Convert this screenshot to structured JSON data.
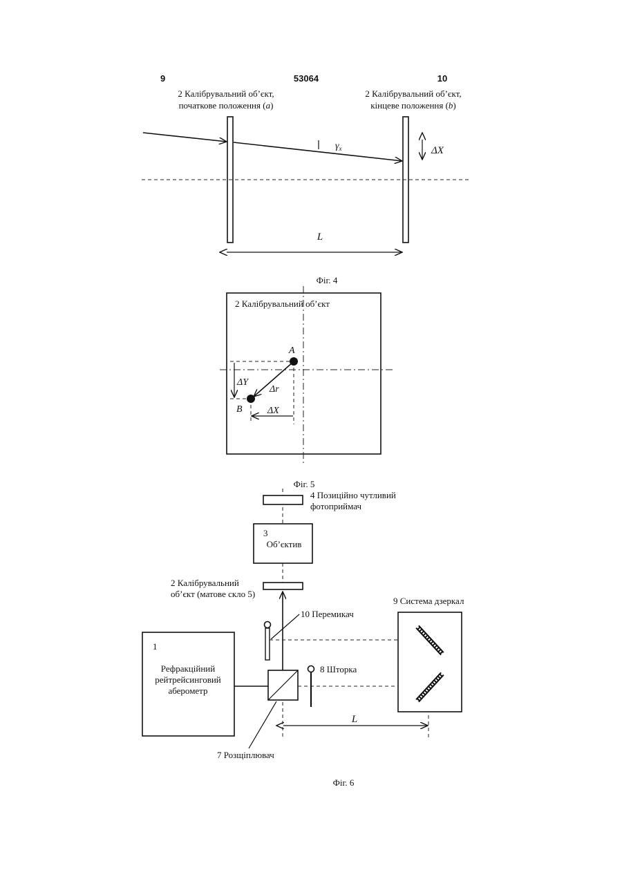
{
  "header": {
    "page_left": "9",
    "patent_number": "53064",
    "page_right": "10"
  },
  "fig4": {
    "label_a_line1": "2  Калібрувальний об’єкт,",
    "label_a_line2": "початкове положення (",
    "label_a_letter": "a",
    "label_a_close": ")",
    "label_b_line1": "2  Калібрувальний об’єкт,",
    "label_b_line2": "кінцеве положення (",
    "label_b_letter": "b",
    "label_b_close": ")",
    "gamma": "γ",
    "gamma_sub": "x",
    "delta_x": "ΔX",
    "distance": "L",
    "caption": "Фіг. 4"
  },
  "fig5": {
    "title": "2  Калібрувальний об’єкт",
    "point_a": "A",
    "point_b": "B",
    "delta_y": "ΔY",
    "delta_r": "Δr",
    "delta_x": "ΔX",
    "caption": "Фіг. 5"
  },
  "fig6": {
    "detector_line1": "4  Позиційно чутливий",
    "detector_line2": "фотоприймач",
    "lens_num": "3",
    "lens_name": "Об’єктив",
    "calib_line1": "2  Калібрувальний",
    "calib_line2": "об’єкт (матове скло 5)",
    "mirrors": "9  Система дзеркал",
    "switch": "10  Перемикач",
    "aberrometer_num": "1",
    "aberrometer_line1": "Рефракційний",
    "aberrometer_line2": "рейтрейсинговий",
    "aberrometer_line3": "аберометр",
    "shutter": "8  Шторка",
    "distance": "L",
    "splitter": "7  Розщіплювач",
    "caption": "Фіг. 6"
  }
}
